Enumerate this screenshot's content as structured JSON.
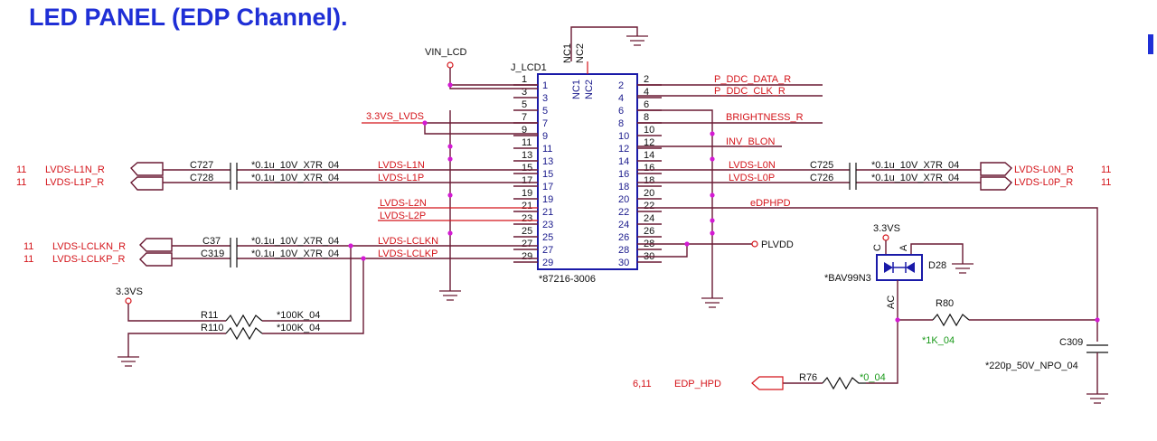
{
  "title": "LED PANEL (EDP Channel).",
  "connector": {
    "ref": "J_LCD1",
    "part": "*87216-3006",
    "nc1": "NC1",
    "nc2": "NC2",
    "left_pins": [
      "1",
      "3",
      "5",
      "7",
      "9",
      "11",
      "13",
      "15",
      "17",
      "19",
      "21",
      "23",
      "25",
      "27",
      "29"
    ],
    "right_pins": [
      "2",
      "4",
      "6",
      "8",
      "10",
      "12",
      "14",
      "16",
      "18",
      "20",
      "22",
      "24",
      "26",
      "28",
      "30"
    ]
  },
  "nets": {
    "vin_lcd": "VIN_LCD",
    "vs_lvds": "3.3VS_LVDS",
    "p_ddc_data": "P_DDC_DATA_R",
    "p_ddc_clk": "P_DDC_CLK_R",
    "brightness": "BRIGHTNESS_R",
    "inv_blon": "INV_BLON",
    "lvds_l1n": "LVDS-L1N",
    "lvds_l1p": "LVDS-L1P",
    "lvds_l2n": "LVDS-L2N",
    "lvds_l2p": "LVDS-L2P",
    "lvds_lclkn": "LVDS-LCLKN",
    "lvds_lclkp": "LVDS-LCLKP",
    "lvds_l0n": "LVDS-L0N",
    "lvds_l0p": "LVDS-L0P",
    "edphpd": "eDPHPD",
    "plvdd": "PLVDD",
    "v33_left": "3.3VS",
    "v33_right": "3.3VS",
    "edp_hpd": "EDP_HPD"
  },
  "offpage": {
    "l1n": {
      "sheet": "11",
      "name": "LVDS-L1N_R"
    },
    "l1p": {
      "sheet": "11",
      "name": "LVDS-L1P_R"
    },
    "lclkn": {
      "sheet": "11",
      "name": "LVDS-LCLKN_R"
    },
    "lclkp": {
      "sheet": "11",
      "name": "LVDS-LCLKP_R"
    },
    "l0n": {
      "sheet": "11",
      "name": "LVDS-L0N_R"
    },
    "l0p": {
      "sheet": "11",
      "name": "LVDS-L0P_R"
    },
    "edp": {
      "sheet": "6,11"
    }
  },
  "components": {
    "c727": {
      "ref": "C727",
      "value": "*0.1u_10V_X7R_04"
    },
    "c728": {
      "ref": "C728",
      "value": "*0.1u_10V_X7R_04"
    },
    "c37": {
      "ref": "C37",
      "value": "*0.1u_10V_X7R_04"
    },
    "c319": {
      "ref": "C319",
      "value": "*0.1u_10V_X7R_04"
    },
    "c725": {
      "ref": "C725",
      "value": "*0.1u_10V_X7R_04"
    },
    "c726": {
      "ref": "C726",
      "value": "*0.1u_10V_X7R_04"
    },
    "r11": {
      "ref": "R11",
      "value": "*100K_04"
    },
    "r110": {
      "ref": "R110",
      "value": "*100K_04"
    },
    "d28": {
      "ref": "D28",
      "value": "*BAV99N3",
      "pin_c": "C",
      "pin_a": "A",
      "pin_ac": "AC"
    },
    "r80": {
      "ref": "R80",
      "value": "*1K_04"
    },
    "c309": {
      "ref": "C309",
      "value": "*220p_50V_NPO_04"
    },
    "r76": {
      "ref": "R76",
      "value": "*0_04"
    }
  },
  "colors": {
    "title": "#1f2fd6",
    "net": "#d4141a",
    "wire": "#6a1a33",
    "chip": "#1a1aa8",
    "junction": "#d41ad4"
  }
}
